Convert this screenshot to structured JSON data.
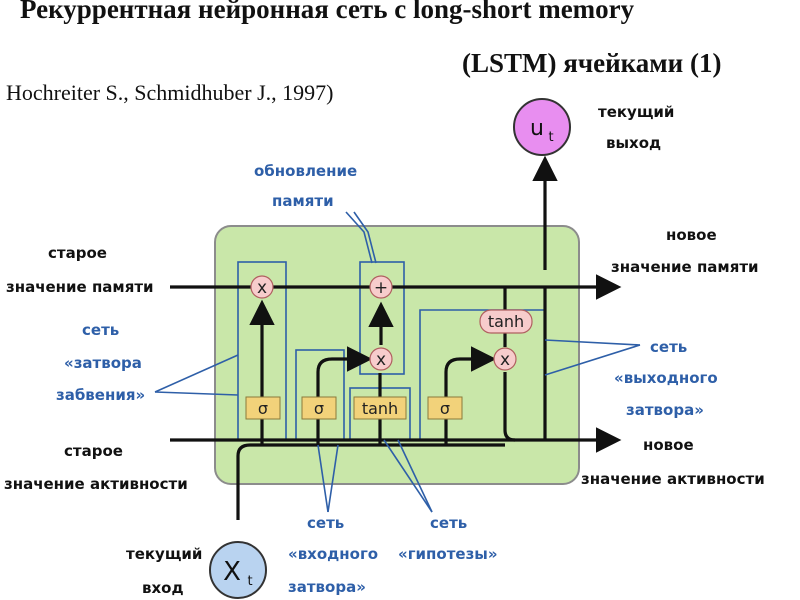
{
  "title": {
    "line1": "Рекуррентная нейронная сеть с long-short memory",
    "line2": "(LSTM) ячейками (1)"
  },
  "authors": "Hochreiter S., Schmidhuber J., 1997)",
  "colors": {
    "cell_fill": "#c9e7a9",
    "gate_fill": "#f2d27a",
    "op_fill": "#f7cccc",
    "annotation": "#2e5fa8",
    "output_node": "#e88ef0",
    "input_node": "#b9d3f0"
  },
  "output": {
    "symbol": "u",
    "subscript": "t",
    "label_line1": "текущий",
    "label_line2": "выход"
  },
  "input": {
    "symbol": "X",
    "subscript": "t",
    "label_line1": "текущий",
    "label_line2": "вход"
  },
  "memory_in": {
    "line1": "старое",
    "line2": "значение памяти"
  },
  "memory_out": {
    "line1": "новое",
    "line2": "значение памяти"
  },
  "activity_in": {
    "line1": "старое",
    "line2": "значение активности"
  },
  "activity_out": {
    "line1": "новое",
    "line2": "значение активности"
  },
  "annotations": {
    "memory_update": {
      "line1": "обновление",
      "line2": "памяти"
    },
    "forget_gate": {
      "line1": "сеть",
      "line2": "«затвора",
      "line3": "забвения»"
    },
    "output_gate": {
      "line1": "сеть",
      "line2": "«выходного",
      "line3": "затвора»"
    },
    "input_gate": {
      "line1": "сеть",
      "line2": "«входного",
      "line3": "затвора»"
    },
    "hypothesis": {
      "line1": "сеть",
      "line2": "«гипотезы»"
    }
  },
  "gates": {
    "sigma": "σ",
    "tanh": "tanh"
  },
  "ops": {
    "multiply": "x",
    "add": "+"
  }
}
